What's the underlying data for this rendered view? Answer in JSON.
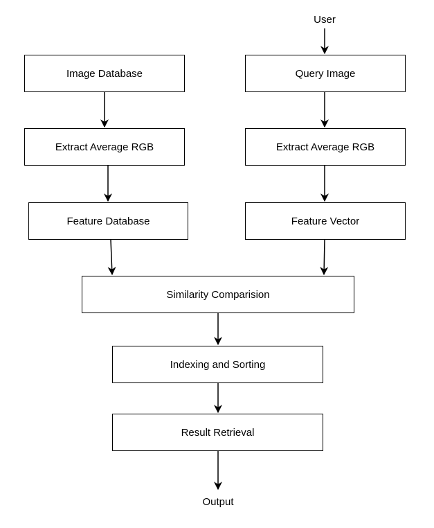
{
  "nodes": {
    "user": "User",
    "image_database": "Image Database",
    "extract_left": "Extract Average RGB",
    "feature_database": "Feature Database",
    "query_image": "Query Image",
    "extract_right": "Extract Average RGB",
    "feature_vector": "Feature Vector",
    "similarity": "Similarity Comparision",
    "indexing": "Indexing and Sorting",
    "result": "Result Retrieval",
    "output": "Output"
  },
  "edges": [
    {
      "from": "user",
      "to": "query_image"
    },
    {
      "from": "image_database",
      "to": "extract_left"
    },
    {
      "from": "extract_left",
      "to": "feature_database"
    },
    {
      "from": "feature_database",
      "to": "similarity"
    },
    {
      "from": "query_image",
      "to": "extract_right"
    },
    {
      "from": "extract_right",
      "to": "feature_vector"
    },
    {
      "from": "feature_vector",
      "to": "similarity"
    },
    {
      "from": "similarity",
      "to": "indexing"
    },
    {
      "from": "indexing",
      "to": "result"
    },
    {
      "from": "result",
      "to": "output"
    }
  ],
  "colors": {
    "stroke": "#000000",
    "background": "#ffffff"
  }
}
